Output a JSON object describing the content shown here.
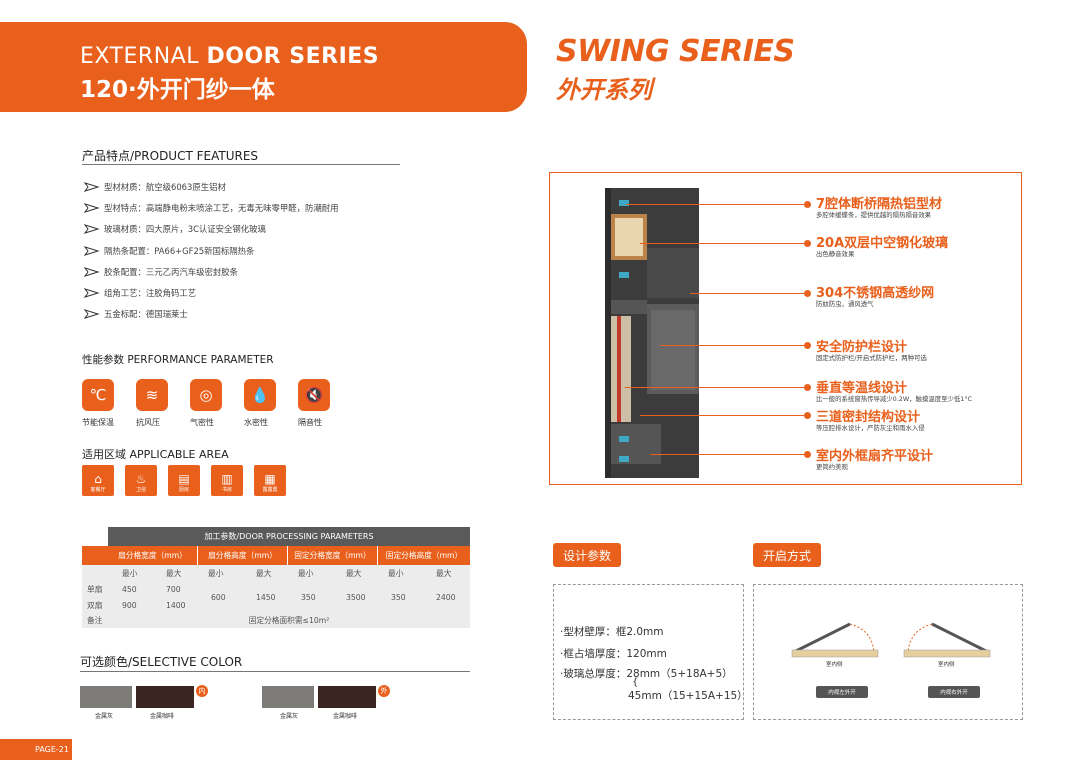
{
  "header": {
    "line1_light": "EXTERNAL",
    "line1_bold": "DOOR SERIES",
    "line2": "120·外开门纱一体",
    "swing_en": "SWING SERIES",
    "swing_cn": "外开系列"
  },
  "features": {
    "title": "产品特点/PRODUCT FEATURES",
    "items": [
      "型材材质：航空级6063原生铝材",
      "型材特点：高端静电粉末喷涂工艺，无毒无味零甲醛，防潮耐用",
      "玻璃材质：四大原片，3C认证安全钢化玻璃",
      "隔热条配置：PA66+GF25新国标隔热条",
      "胶条配置：三元乙丙汽车级密封胶条",
      "组角工艺：注胶角码工艺",
      "五金标配：德国瑞莱士"
    ]
  },
  "performance": {
    "title": "性能参数 PERFORMANCE PARAMETER",
    "items": [
      {
        "label": "节能保温",
        "icon": "thermometer-icon",
        "glyph": "℃"
      },
      {
        "label": "抗风压",
        "icon": "wind-icon",
        "glyph": "≋"
      },
      {
        "label": "气密性",
        "icon": "airtight-icon",
        "glyph": "◎"
      },
      {
        "label": "水密性",
        "icon": "water-drop-icon",
        "glyph": "💧"
      },
      {
        "label": "隔音性",
        "icon": "mute-icon",
        "glyph": "🔇"
      }
    ]
  },
  "area": {
    "title": "适用区域 APPLICABLE AREA",
    "items": [
      {
        "label": "客餐厅",
        "icon": "dining-icon",
        "glyph": "⌂"
      },
      {
        "label": "卫浴",
        "icon": "bath-icon",
        "glyph": "♨"
      },
      {
        "label": "厨房",
        "icon": "kitchen-icon",
        "glyph": "▤"
      },
      {
        "label": "书房",
        "icon": "study-icon",
        "glyph": "▥"
      },
      {
        "label": "露露置",
        "icon": "balcony-icon",
        "glyph": "▦"
      }
    ]
  },
  "params_table": {
    "title": "加工参数/DOOR PROCESSING PARAMETERS",
    "col_groups": [
      "扇分格宽度（mm）",
      "扇分格高度（mm）",
      "固定分格宽度（mm）",
      "固定分格高度（mm）"
    ],
    "sub_headers": [
      "最小",
      "最大",
      "最小",
      "最大",
      "最小",
      "最大",
      "最小",
      "最大"
    ],
    "rows": [
      {
        "label": "单扇",
        "values": [
          "450",
          "700"
        ]
      },
      {
        "label": "双扇",
        "values": [
          "900",
          "1400"
        ]
      }
    ],
    "merged_values": [
      "600",
      "1450",
      "350",
      "3500",
      "350",
      "2400"
    ],
    "note_label": "备注",
    "note_text": "固定分格面积需≤10m²"
  },
  "colors": {
    "title": "可选颜色/SELECTIVE COLOR",
    "inner_badge": "内",
    "outer_badge": "外",
    "inner": [
      {
        "label": "金属灰",
        "hex": "#7d7b78"
      },
      {
        "label": "金属咖啡",
        "hex": "#3b2523"
      }
    ],
    "outer": [
      {
        "label": "金属灰",
        "hex": "#7d7b78"
      },
      {
        "label": "金属咖啡",
        "hex": "#3b2523"
      }
    ]
  },
  "page": {
    "label": "PAGE-21"
  },
  "callouts": [
    {
      "title": "7腔体断桥隔热铝型材",
      "sub": "多腔体缓蝶条，提供优越的隔热隔音效果"
    },
    {
      "title": "20A双层中空钢化玻璃",
      "sub": "出色静音效果"
    },
    {
      "title": "304不锈钢高透纱网",
      "sub": "防蚊防虫，通风透气"
    },
    {
      "title": "安全防护栏设计",
      "sub": "固定式防护栏/开启式防护栏，两种可选"
    },
    {
      "title": "垂直等温线设计",
      "sub": "比一般的系统窗热传导减少0.2W，触摸温度至少低1°C"
    },
    {
      "title": "三道密封结构设计",
      "sub": "等压腔排水设计，严防灰尘和雨水入侵"
    },
    {
      "title": "室内外框扇齐平设计",
      "sub": "更简约美观"
    }
  ],
  "design": {
    "tab": "设计参数",
    "wall_label": "·型材壁厚：",
    "wall_value": "框2.0mm",
    "frame_label": "·框占墙厚度：",
    "frame_value": "120mm",
    "glass_label": "·玻璃总厚度：",
    "glass_value1": "28mm（5+18A+5）",
    "glass_brace": "{",
    "glass_value2": "45mm（15+15A+15）"
  },
  "opening": {
    "tab": "开启方式",
    "left": {
      "side": "室内侧",
      "tag": "内视左外开"
    },
    "right": {
      "side": "室内侧",
      "tag": "内视右外开"
    }
  }
}
